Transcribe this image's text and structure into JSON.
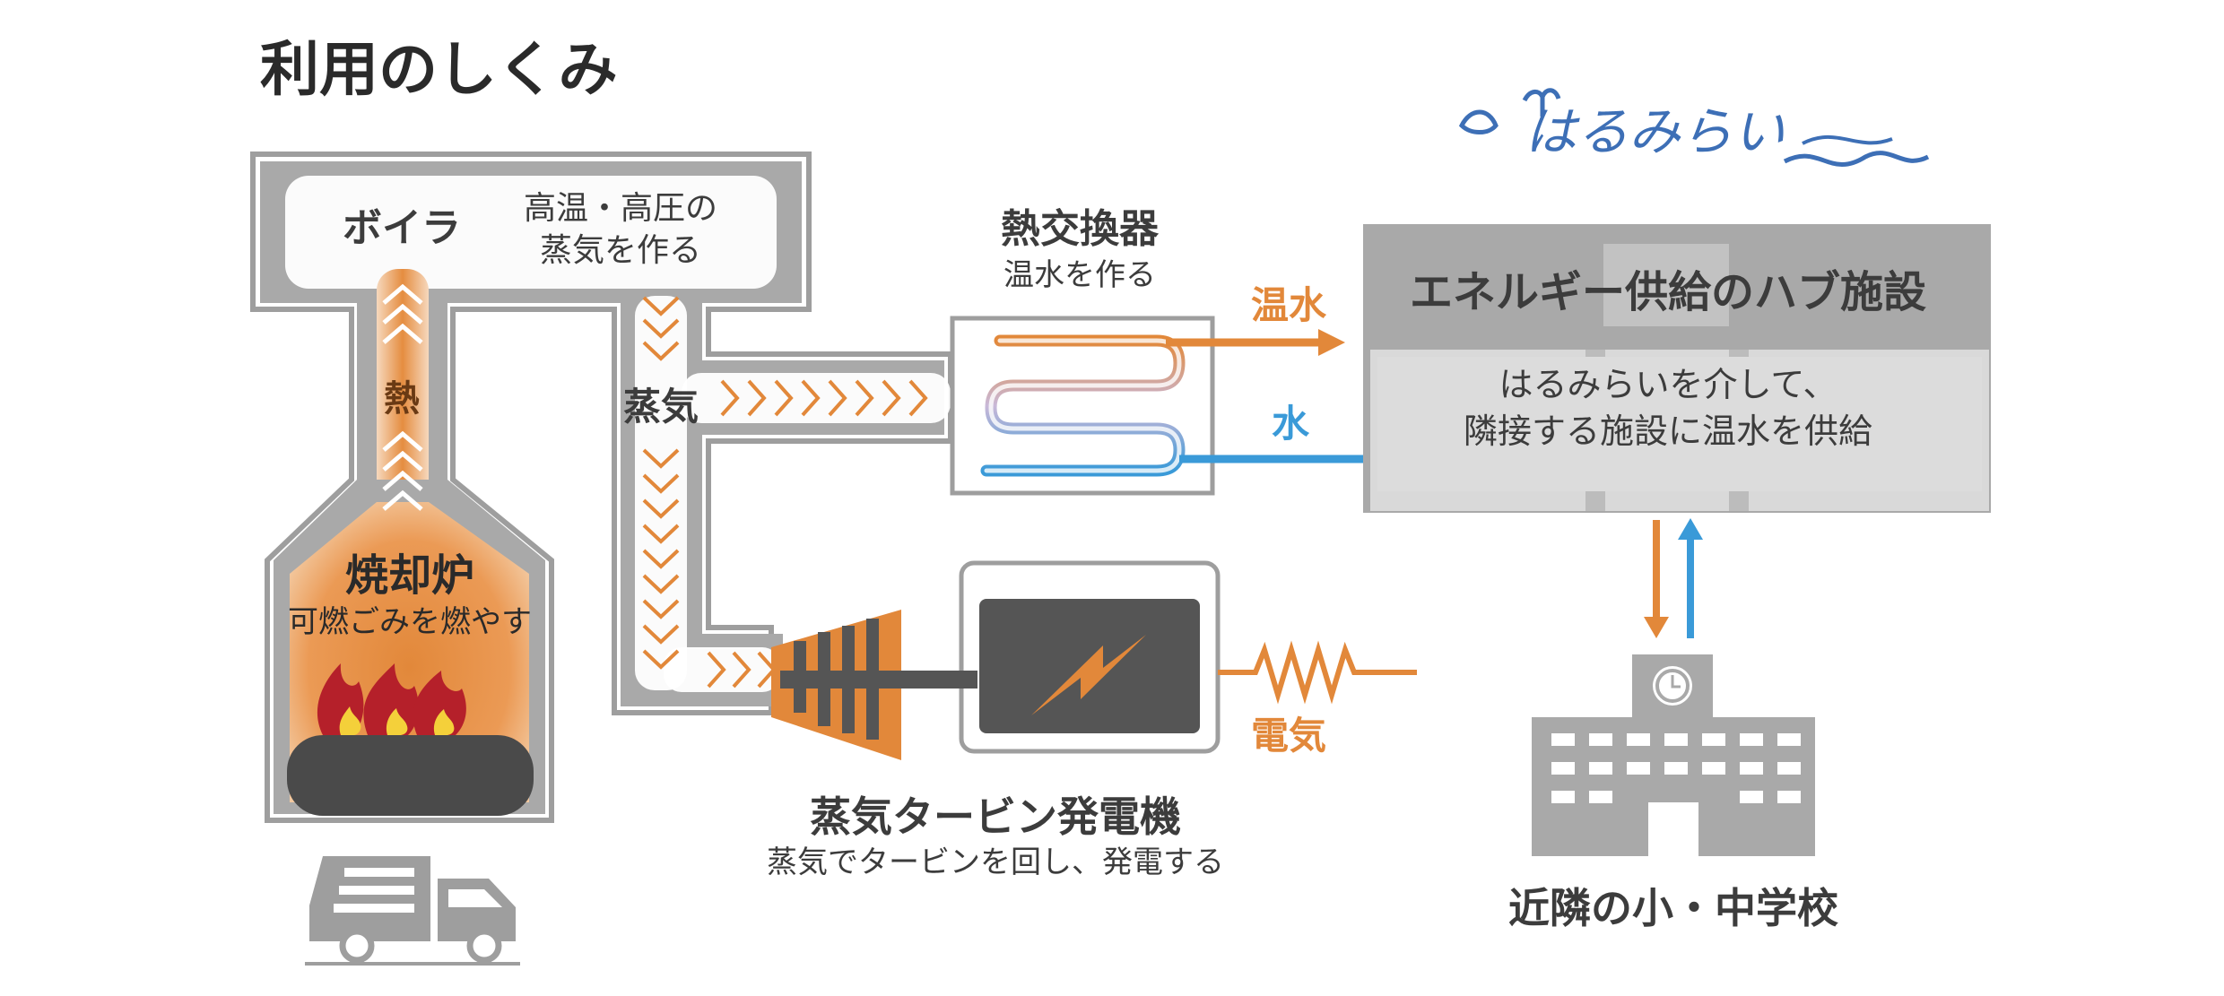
{
  "title": "利用のしくみ",
  "logo_text": "はるみらい",
  "boiler": {
    "label": "ボイラ",
    "desc_line1": "高温・高圧の",
    "desc_line2": "蒸気を作る"
  },
  "heat_label": "熱",
  "incinerator": {
    "label": "焼却炉",
    "desc": "可燃ごみを燃やす"
  },
  "steam_label": "蒸気",
  "heat_exchanger": {
    "label": "熱交換器",
    "desc": "温水を作る"
  },
  "hot_water_label": "温水",
  "water_label": "水",
  "hub": {
    "label": "エネルギー供給のハブ施設",
    "desc_line1": "はるみらいを介して、",
    "desc_line2": "隣接する施設に温水を供給"
  },
  "turbine": {
    "label": "蒸気タービン発電機",
    "desc": "蒸気でタービンを回し、発電する"
  },
  "electricity_label": "電気",
  "school": {
    "label": "近隣の小・中学校"
  },
  "colors": {
    "orange": "#e2883a",
    "blue": "#3a9ad8",
    "gray": "#9e9e9e",
    "dark": "#5a5a5a",
    "hub_bg": "#a9a9a9",
    "hub_inner": "#d9d9d9",
    "logo_blue": "#3d6fb6"
  }
}
